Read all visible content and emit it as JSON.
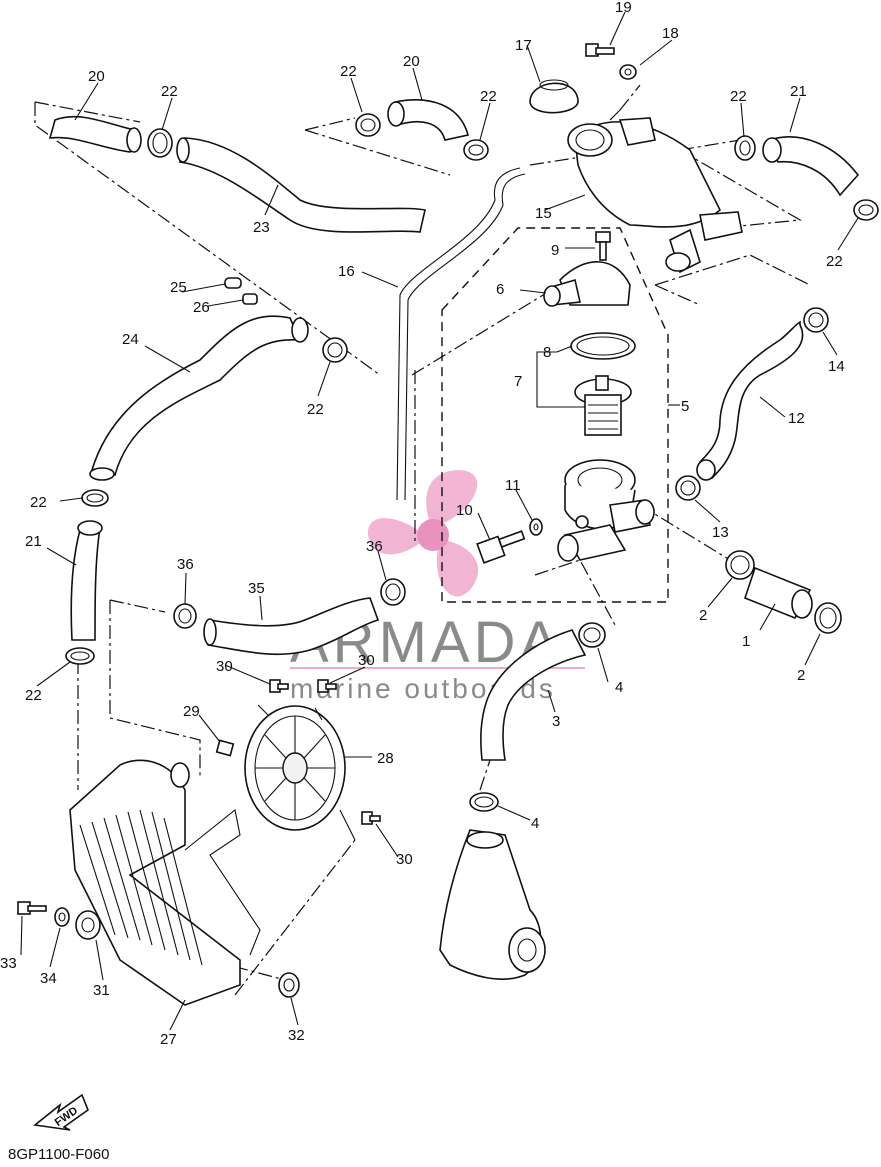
{
  "diagram": {
    "code": "8GP1100-F060",
    "fwd_label": "FWD",
    "watermark": {
      "brand": "ARMADA",
      "tagline": "marine outboards"
    },
    "callouts": [
      {
        "id": "c1",
        "text": "1"
      },
      {
        "id": "c2a",
        "text": "2"
      },
      {
        "id": "c2b",
        "text": "2"
      },
      {
        "id": "c3",
        "text": "3"
      },
      {
        "id": "c4a",
        "text": "4"
      },
      {
        "id": "c4b",
        "text": "4"
      },
      {
        "id": "c5",
        "text": "5"
      },
      {
        "id": "c6",
        "text": "6"
      },
      {
        "id": "c7",
        "text": "7"
      },
      {
        "id": "c8",
        "text": "8"
      },
      {
        "id": "c9",
        "text": "9"
      },
      {
        "id": "c10",
        "text": "10"
      },
      {
        "id": "c11",
        "text": "11"
      },
      {
        "id": "c12",
        "text": "12"
      },
      {
        "id": "c13",
        "text": "13"
      },
      {
        "id": "c14",
        "text": "14"
      },
      {
        "id": "c15",
        "text": "15"
      },
      {
        "id": "c16",
        "text": "16"
      },
      {
        "id": "c17",
        "text": "17"
      },
      {
        "id": "c18",
        "text": "18"
      },
      {
        "id": "c19",
        "text": "19"
      },
      {
        "id": "c20a",
        "text": "20"
      },
      {
        "id": "c20b",
        "text": "20"
      },
      {
        "id": "c21a",
        "text": "21"
      },
      {
        "id": "c21b",
        "text": "21"
      },
      {
        "id": "c22a",
        "text": "22"
      },
      {
        "id": "c22b",
        "text": "22"
      },
      {
        "id": "c22c",
        "text": "22"
      },
      {
        "id": "c22d",
        "text": "22"
      },
      {
        "id": "c22e",
        "text": "22"
      },
      {
        "id": "c22f",
        "text": "22"
      },
      {
        "id": "c22g",
        "text": "22"
      },
      {
        "id": "c22h",
        "text": "22"
      },
      {
        "id": "c23",
        "text": "23"
      },
      {
        "id": "c24",
        "text": "24"
      },
      {
        "id": "c25",
        "text": "25"
      },
      {
        "id": "c26",
        "text": "26"
      },
      {
        "id": "c27",
        "text": "27"
      },
      {
        "id": "c28",
        "text": "28"
      },
      {
        "id": "c29",
        "text": "29"
      },
      {
        "id": "c30a",
        "text": "30"
      },
      {
        "id": "c30b",
        "text": "30"
      },
      {
        "id": "c30c",
        "text": "30"
      },
      {
        "id": "c31",
        "text": "31"
      },
      {
        "id": "c32",
        "text": "32"
      },
      {
        "id": "c33",
        "text": "33"
      },
      {
        "id": "c34",
        "text": "34"
      },
      {
        "id": "c35",
        "text": "35"
      },
      {
        "id": "c36a",
        "text": "36"
      },
      {
        "id": "c36b",
        "text": "36"
      }
    ]
  }
}
